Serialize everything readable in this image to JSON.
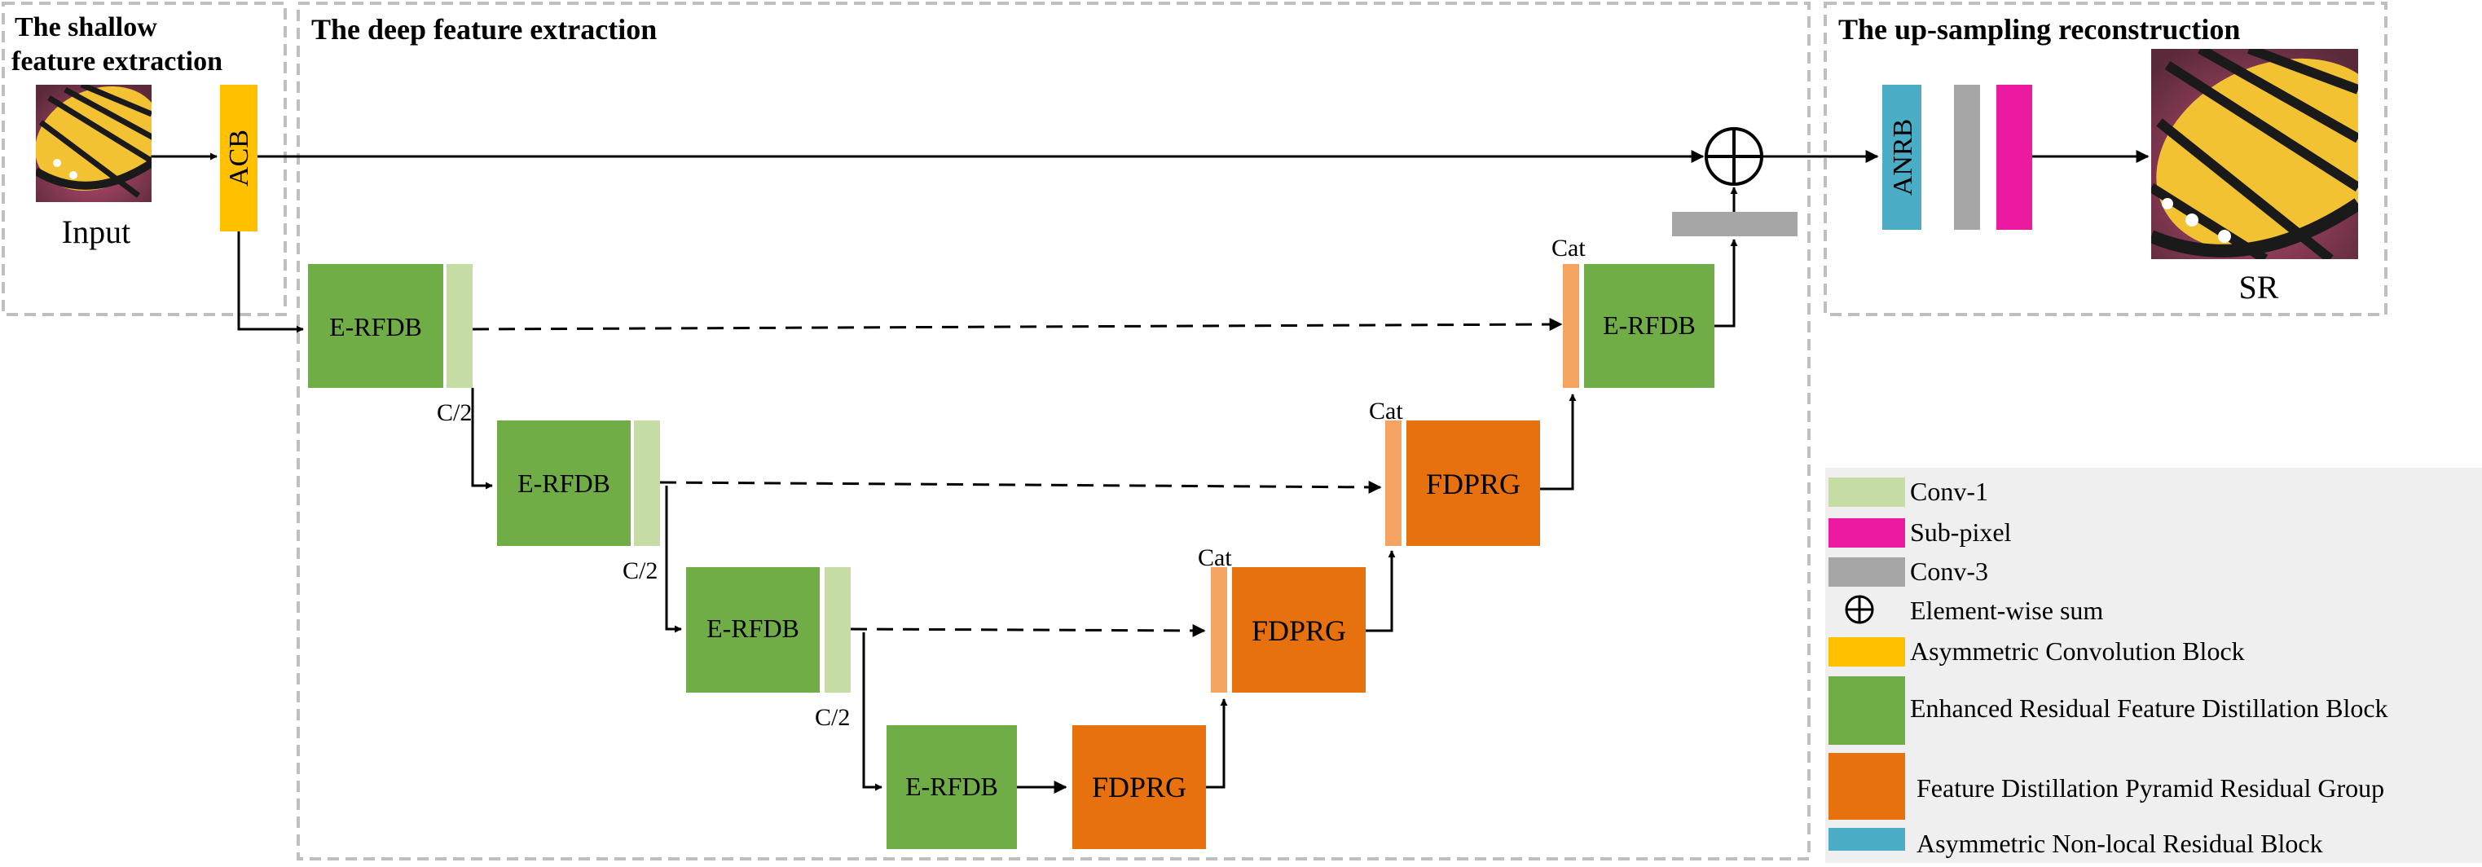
{
  "sections": {
    "shallow_line1": "The shallow",
    "shallow_line2": "feature extraction",
    "deep": "The deep feature extraction",
    "upsampling": "The up-sampling reconstruction"
  },
  "input_label": "Input",
  "output_label": "SR",
  "blocks": {
    "acb": "ACB",
    "erfdb": "E-RFDB",
    "fdprg": "FDPRG",
    "anrb": "ANRB"
  },
  "annotations": {
    "split": "C/2",
    "concat": "Cat"
  },
  "legend": [
    {
      "label": "Conv-1",
      "color": "#c5dca5"
    },
    {
      "label": "Sub-pixel",
      "color": "#ec1aa0"
    },
    {
      "label": "Conv-3",
      "color": "#a6a6a6"
    },
    {
      "label": "Element-wise sum",
      "symbol": "oplus-icon"
    },
    {
      "label": "Asymmetric Convolution Block",
      "color": "#ffc000"
    },
    {
      "label": "Enhanced Residual Feature Distillation Block",
      "color": "#70ad47"
    },
    {
      "label": "Feature Distillation Pyramid Residual Group",
      "color": "#e8710f"
    },
    {
      "label": "Asymmetric Non-local Residual Block",
      "color": "#4bacc6"
    }
  ],
  "colors": {
    "erfdb": "#70ad47",
    "conv1": "#c5dca5",
    "fdprg": "#e8710f",
    "cat": "#f4a460",
    "acb": "#ffc000",
    "anrb": "#4bacc6",
    "conv3": "#a6a6a6",
    "subpixel": "#ec1aa0",
    "dashed_border": "#bfbfbf",
    "legend_bg": "#efefef"
  }
}
